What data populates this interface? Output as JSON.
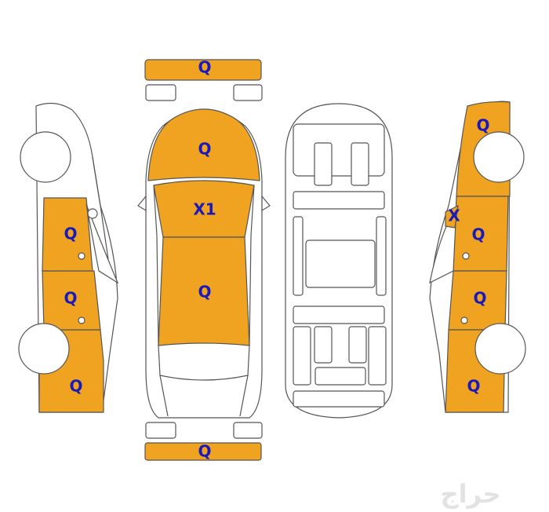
{
  "colors": {
    "damage_orange": "#F0A320",
    "label_blue": "#1A1AB8",
    "outline": "#555555"
  },
  "labels": {
    "front_bumper": "Q",
    "hood": "Q",
    "roof": "X1",
    "trunk": "Q",
    "rear_bumper": "Q",
    "left_front_door": "Q",
    "left_rear_door": "Q",
    "left_rear_fender": "Q",
    "right_front_fender": "Q",
    "right_pillar": "X",
    "right_front_door": "Q",
    "right_rear_door": "Q",
    "right_rear_fender": "Q"
  },
  "watermark": "حراج"
}
